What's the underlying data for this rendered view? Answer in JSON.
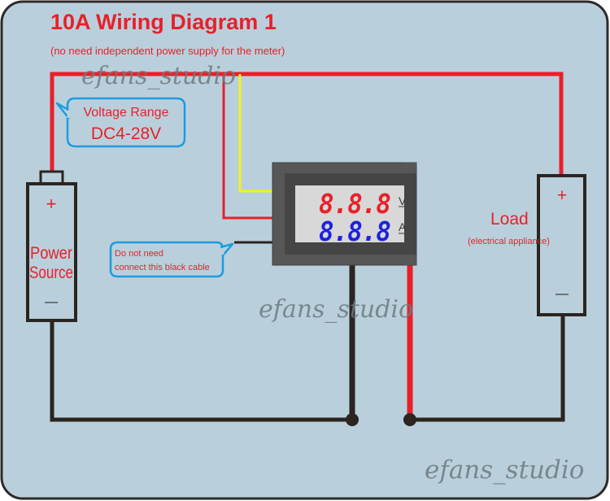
{
  "diagram": {
    "title": "10A Wiring Diagram 1",
    "subtitle": "(no need independent power supply for the meter)",
    "watermark": "efans_studio",
    "voltage_callout": {
      "line1": "Voltage Range",
      "line2": "DC4-28V"
    },
    "black_cable_callout": {
      "line1": "Do not need",
      "line2": "connect this black cable"
    },
    "power_source": {
      "label_line1": "Power",
      "label_line2": "Source",
      "plus": "+",
      "minus": "—"
    },
    "load": {
      "label": "Load",
      "sublabel": "(electrical appliance)",
      "plus": "+",
      "minus": "—"
    },
    "meter": {
      "voltage_display": "8.8.8",
      "current_display": "8.8.8",
      "voltage_unit": "V",
      "current_unit": "A"
    },
    "colors": {
      "background": "#b9d0dc",
      "red_wire": "#e8202a",
      "black_wire": "#2b2420",
      "yellow_wire": "#f6f21a",
      "callout_border": "#1e9be0",
      "voltage_digits": "#e8202a",
      "current_digits": "#1c22e0"
    }
  }
}
